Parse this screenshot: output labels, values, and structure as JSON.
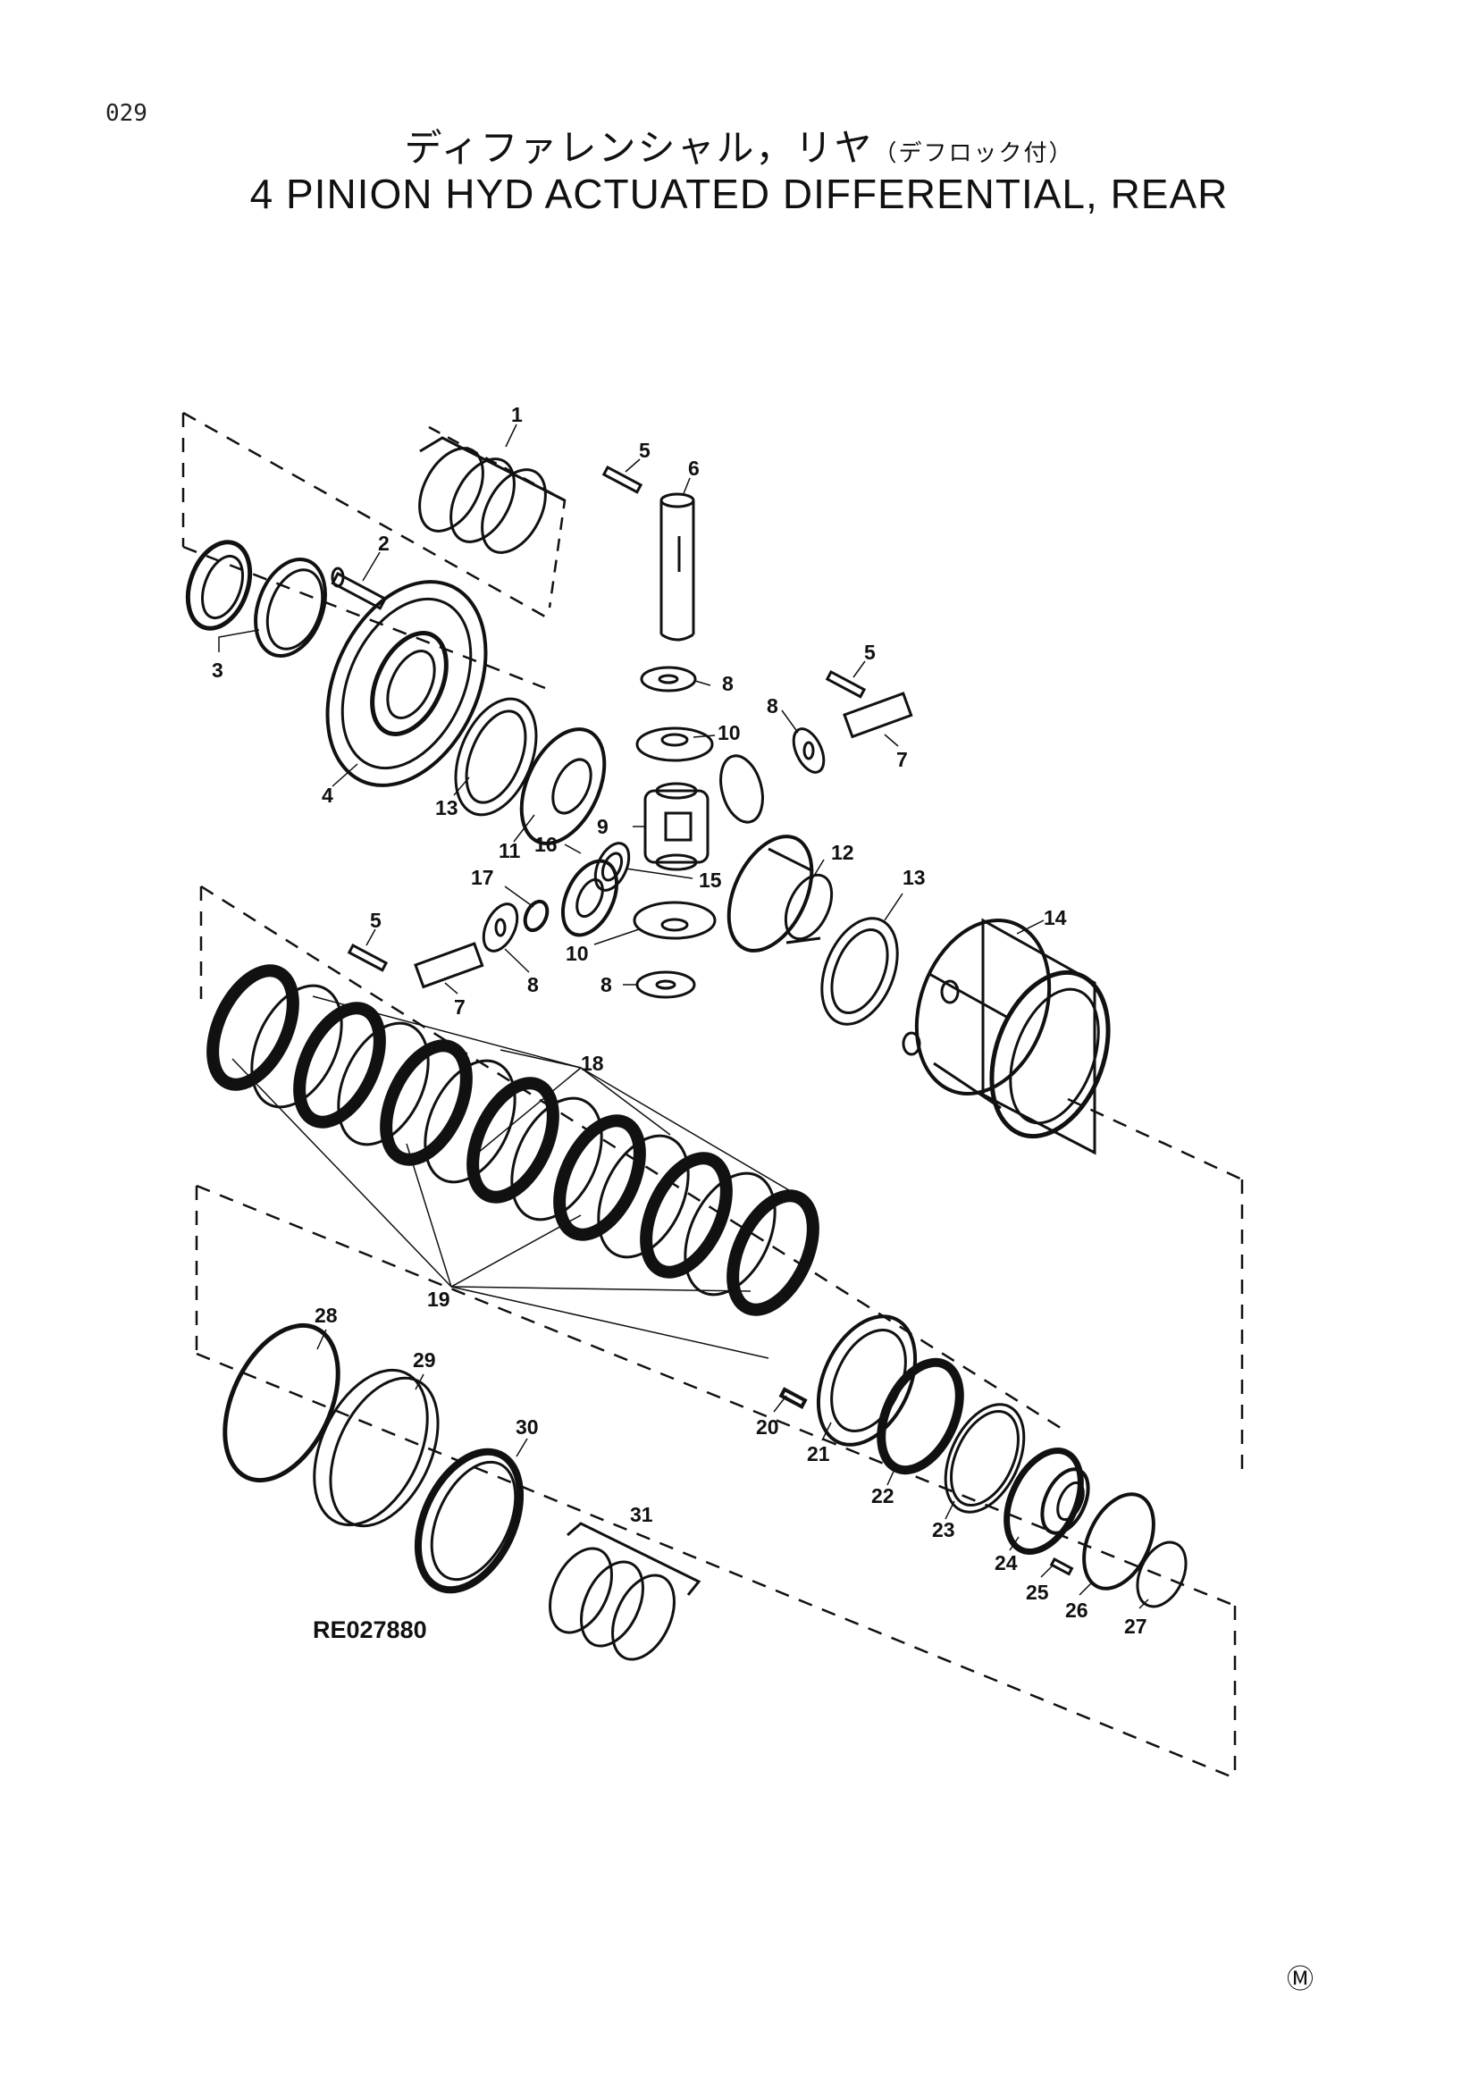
{
  "page_number": "029",
  "title_ja_main": "ディファレンシャル，リヤ",
  "title_ja_note": "（デフロック付）",
  "title_en": "4 PINION HYD ACTUATED DIFFERENTIAL, REAR",
  "reference_code": "RE027880",
  "corner_mark": "Ⓜ",
  "callouts": [
    "1",
    "2",
    "3",
    "4",
    "5",
    "6",
    "5",
    "7",
    "8",
    "8",
    "10",
    "13",
    "11",
    "16",
    "9",
    "12",
    "15",
    "17",
    "13",
    "5",
    "14",
    "10",
    "8",
    "8",
    "7",
    "18",
    "19",
    "28",
    "29",
    "20",
    "21",
    "22",
    "30",
    "23",
    "31",
    "24",
    "25",
    "26",
    "27"
  ]
}
